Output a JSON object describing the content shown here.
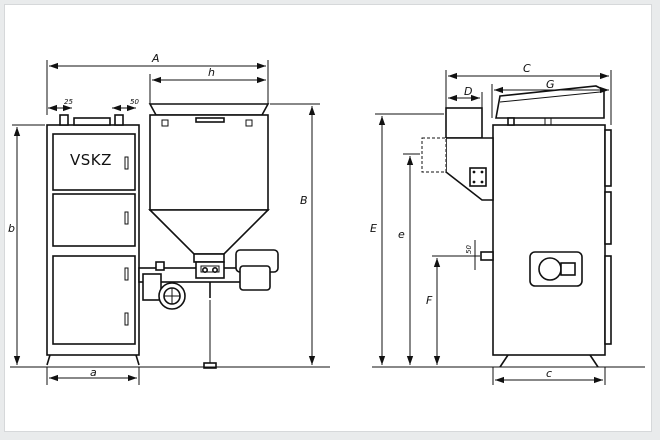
{
  "model_label": "VSKZ",
  "front_view": {
    "dimensions": {
      "A": "A",
      "h": "h",
      "B": "B",
      "b": "b",
      "a": "a",
      "d25": "25",
      "d50": "50"
    }
  },
  "side_view": {
    "dimensions": {
      "C": "C",
      "G": "G",
      "D": "D",
      "E": "E",
      "e": "e",
      "F": "F",
      "c": "c",
      "d50": "50"
    }
  }
}
